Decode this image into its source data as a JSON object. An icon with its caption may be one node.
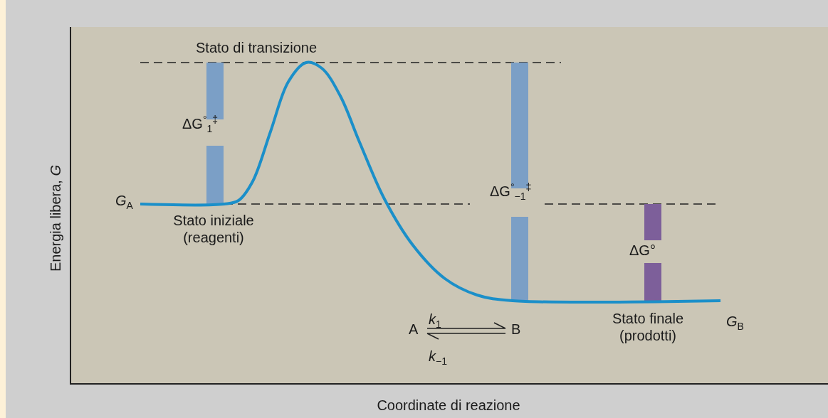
{
  "diagram": {
    "labels": [
      "Stato di transizione",
      "ΔG$^{°}$$_{1}$$^{‡}$",
      "*G*$_{A}$",
      "ΔG$^{°}$$_{−1}$$^{‡}$",
      "Stato iniziale (reagenti)",
      "ΔG°",
      "*G*$_{B}$",
      "Stato finale (prodotti)",
      "*k*$_{1}$",
      "A",
      "B",
      "*k*$_{−1}$",
      "Energia libera, *G*",
      "Coordinate di reazione"
    ]
  }
}
